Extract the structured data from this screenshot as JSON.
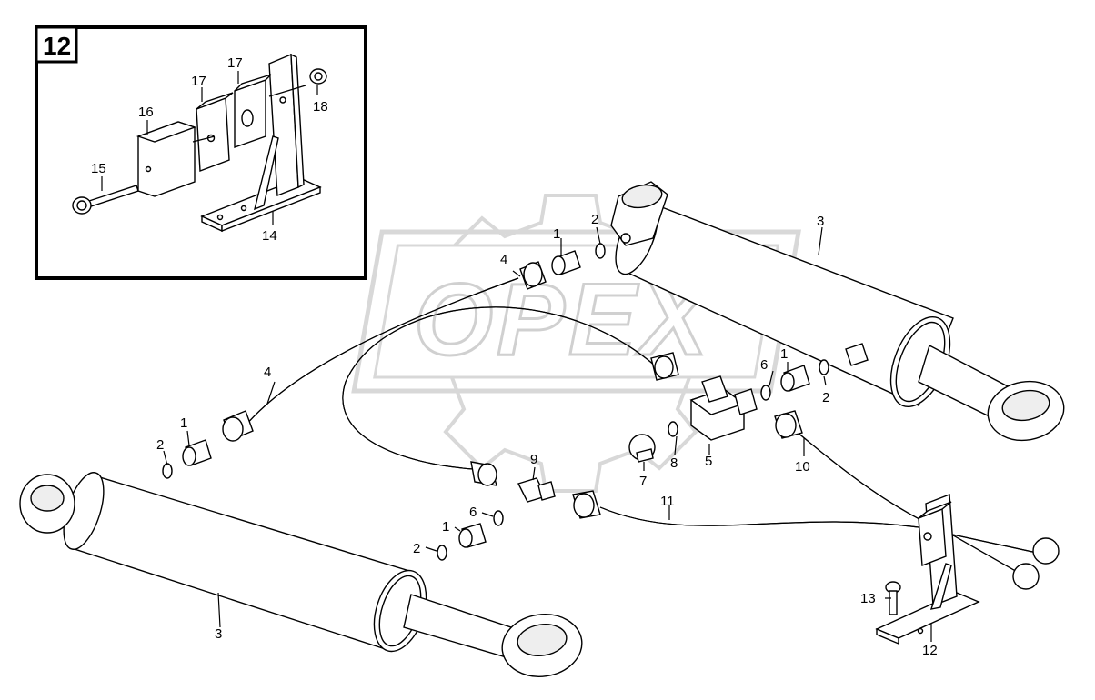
{
  "inset": {
    "number": "12"
  },
  "watermark": {
    "text": "OPEX"
  },
  "labels": {
    "l18": "18",
    "l17a": "17",
    "l17b": "17",
    "l16": "16",
    "l15": "15",
    "l14": "14",
    "l3_top": "3",
    "l2_a": "2",
    "l1_a": "1",
    "l4_a": "4",
    "l6_a": "6",
    "l1_b": "1",
    "l2_b": "2",
    "l4_b": "4",
    "l1_c": "1",
    "l2_c": "2",
    "l9": "9",
    "l6_b": "6",
    "l1_d": "1",
    "l2_d": "2",
    "l5": "5",
    "l7": "7",
    "l8": "8",
    "l10": "10",
    "l11": "11",
    "l3_bot": "3",
    "l13": "13",
    "l12": "12"
  },
  "colors": {
    "line": "#000000",
    "watermark": "#d0d0d0",
    "fill": "#ffffff"
  }
}
